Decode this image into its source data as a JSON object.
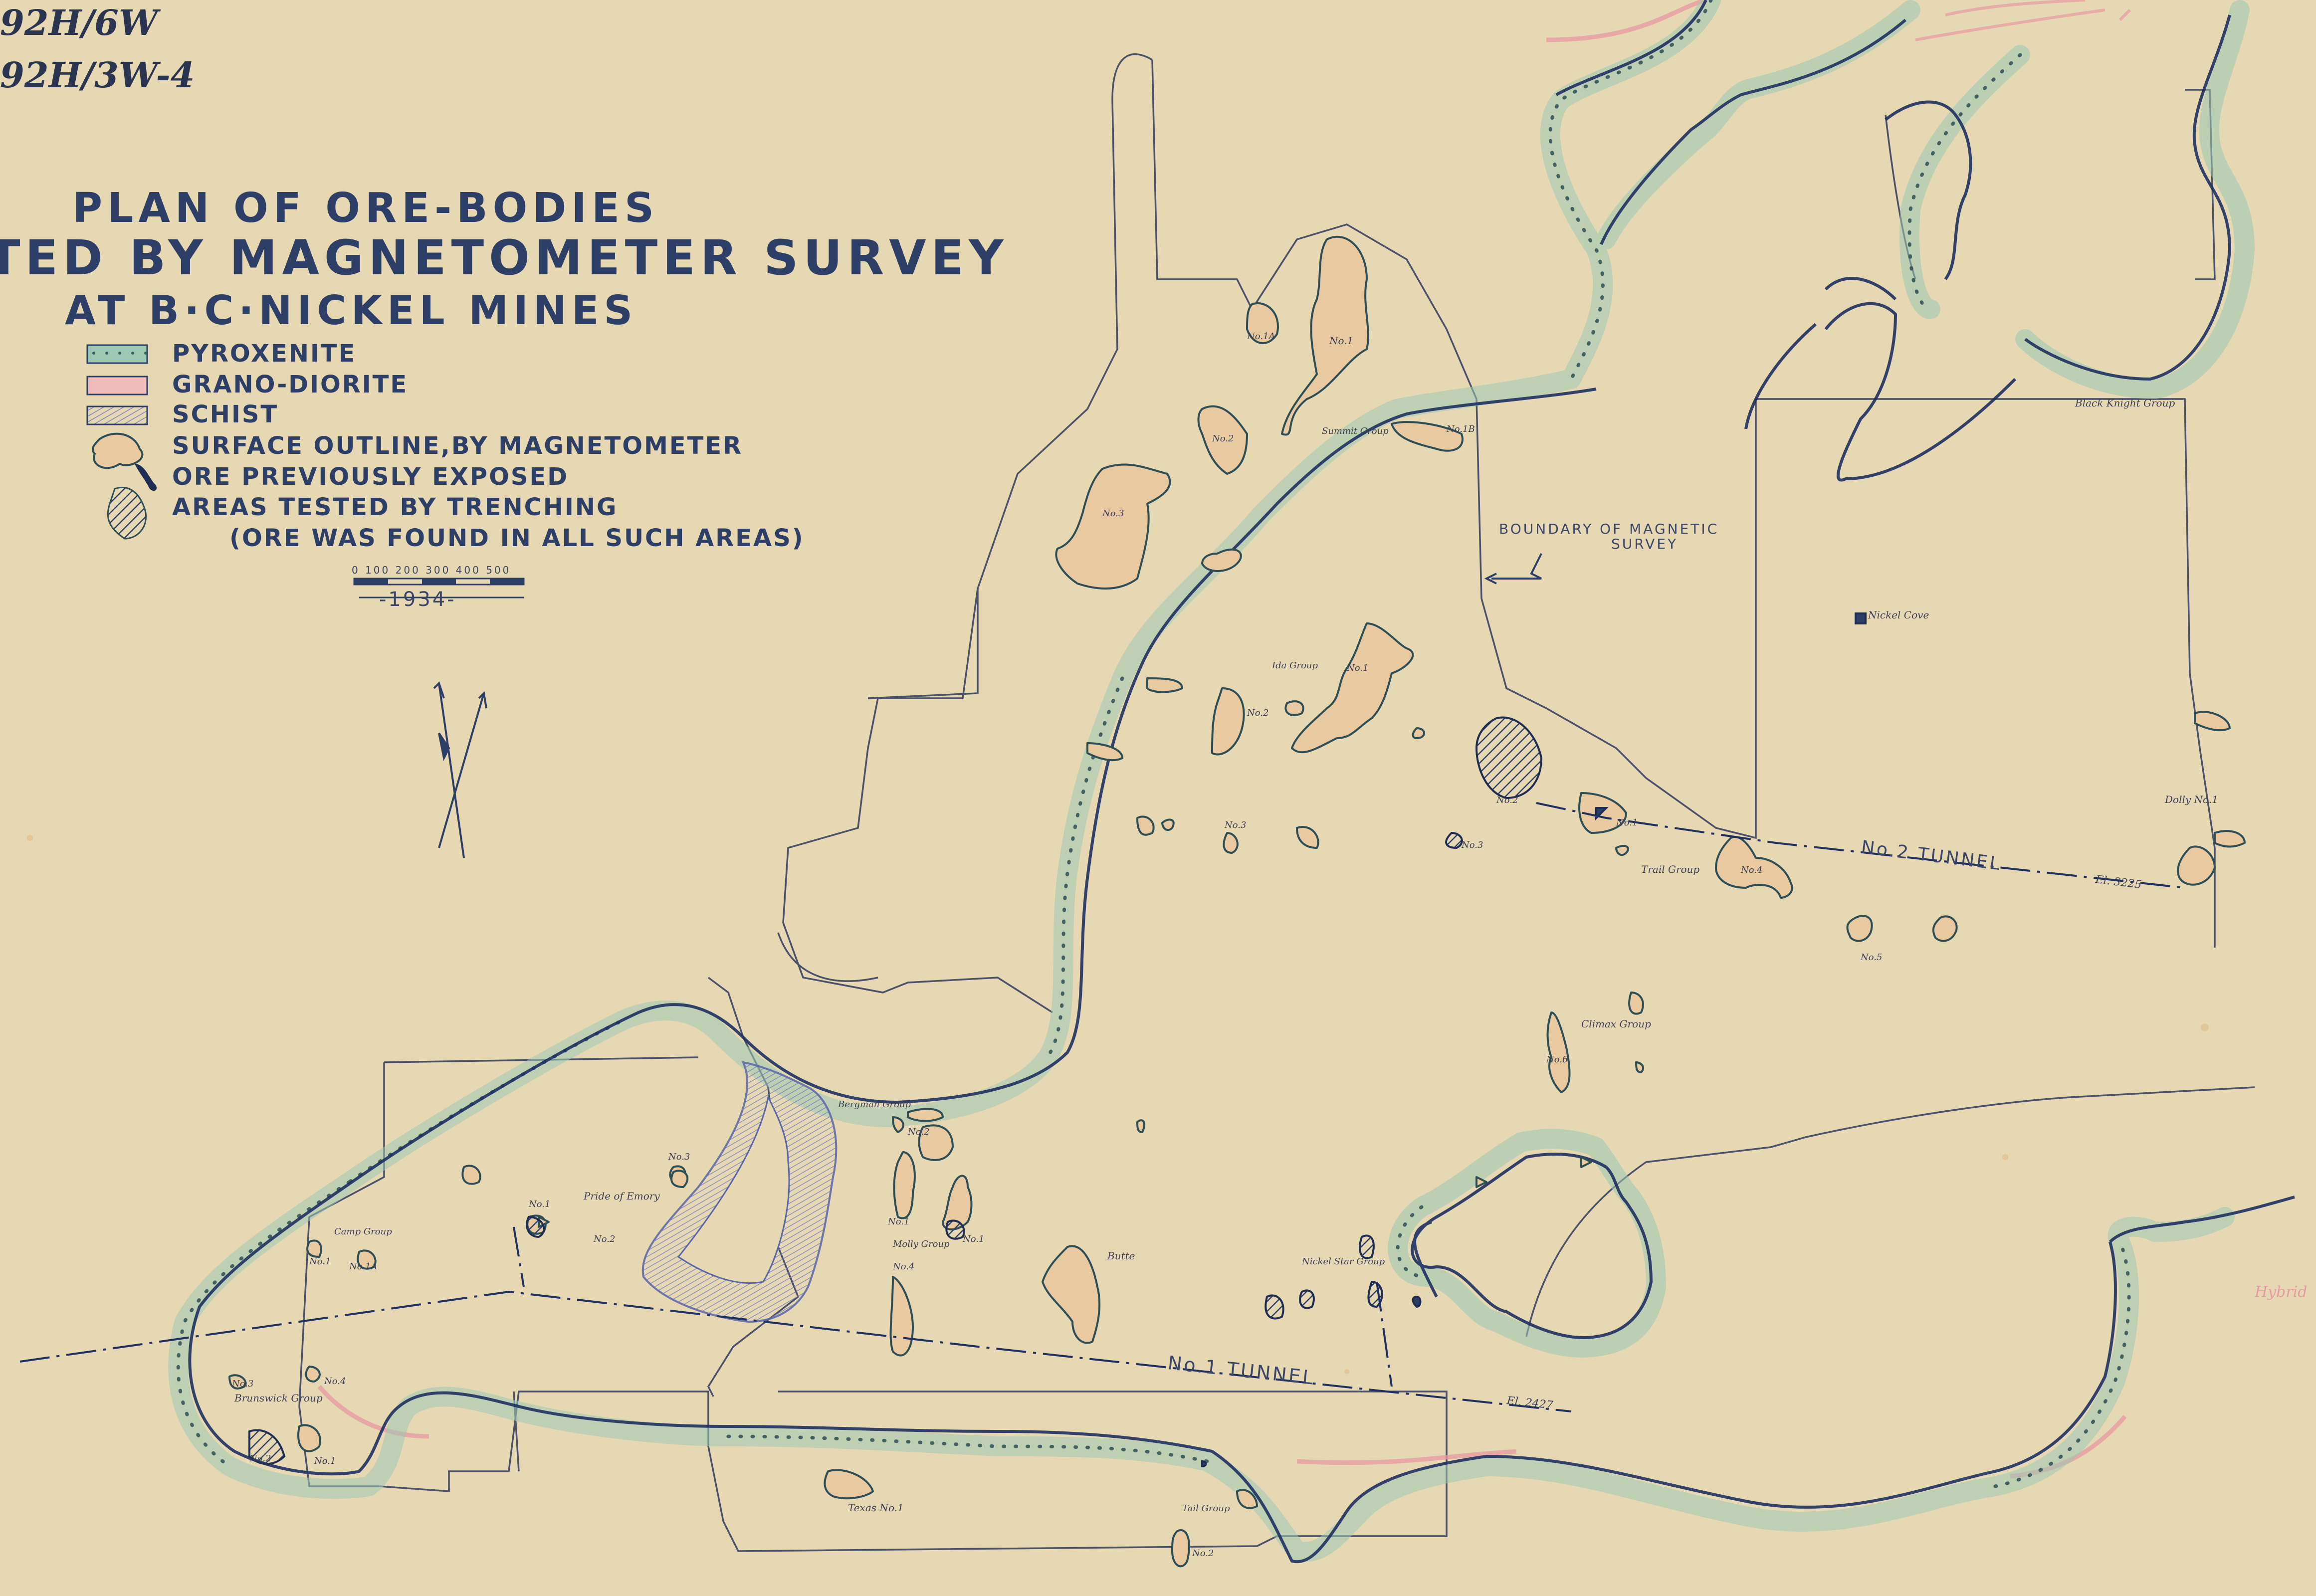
{
  "corner_notes": {
    "line1": "92H/6W",
    "line2": "92H/3W-4"
  },
  "title": {
    "line1": "PLAN OF ORE-BODIES",
    "line2": "TED BY MAGNETOMETER SURVEY",
    "line3": "AT B·C·NICKEL MINES"
  },
  "legend": {
    "pyroxenite": "PYROXENITE",
    "grano_diorite": "GRANO-DIORITE",
    "schist": "SCHIST",
    "surface_outline": "SURFACE OUTLINE,BY MAGNETOMETER",
    "ore_exposed": "ORE PREVIOUSLY EXPOSED",
    "trenching": "AREAS TESTED BY TRENCHING",
    "trenching_note": "(ORE WAS FOUND IN ALL SUCH AREAS)"
  },
  "scale": {
    "ticks": "0  100 200 300 400 500",
    "year": "-1934-"
  },
  "boundary_label": {
    "line1": "BOUNDARY OF MAGNETIC",
    "line2": "SURVEY"
  },
  "tunnels": {
    "tunnel1": "No.1 TUNNEL",
    "tunnel1_elev": "El. 2427",
    "tunnel2": "No.2 TUNNEL",
    "tunnel2_elev": "El. 3225"
  },
  "places": {
    "no1_north": "No.1",
    "no1a": "No.1A",
    "summit_group": "Summit Group",
    "no2_north": "No.2",
    "no1b": "No.1B",
    "no3_west": "No.3",
    "black_knight": "Black Knight Group",
    "ida_group": "Ida Group",
    "no1_ida": "No.1",
    "no2_ida": "No.2",
    "nickel_cove": "Nickel Cove",
    "no2_center": "No.2",
    "no1_center": "No.1",
    "no3_center": "No.3",
    "no3_small": "No.3",
    "trail_group": "Trail Group",
    "no4_trail": "No.4",
    "dolly": "Dolly No.1",
    "no5": "No.5",
    "climax_group": "Climax Group",
    "no6": "No.6",
    "bergman_group": "Bergman Group",
    "no3_berg": "No.3",
    "no2_berg": "No.2",
    "no1_molly": "No.1",
    "molly_group": "Molly Group",
    "no1_molly2": "No.1",
    "no4_molly": "No.4",
    "pride_emory": "Pride of Emory",
    "no1_pride": "No.1",
    "no2_pride": "No.2",
    "camp_group": "Camp Group",
    "no1_camp": "No.1",
    "no1a_camp": "No.1A",
    "no3_bruns": "No.3",
    "brunswick_group": "Brunswick Group",
    "no4_bruns": "No.4",
    "no2_bruns": "No.2",
    "no1_bruns": "No.1",
    "butte": "Butte",
    "nickel_star": "Nickel Star Group",
    "texas": "Texas No.1",
    "tail_group": "Tail Group",
    "no2_tail": "No.2",
    "hybrid": "Hybrid"
  },
  "colors": {
    "paper": "#e6d8b2",
    "ink": "#2d3f66",
    "ore_fill": "#e8c9a0",
    "pyroxenite_halo": "#9cc8b4",
    "grano_diorite_red": "#e8a0a0",
    "schist": "#8d97c8"
  }
}
